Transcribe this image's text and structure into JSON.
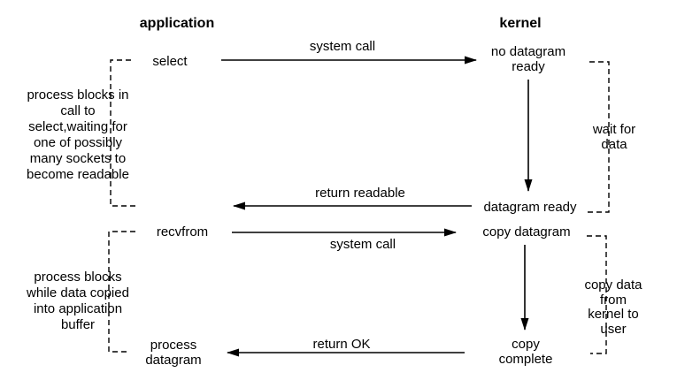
{
  "colors": {
    "background": "#ffffff",
    "ink": "#000000"
  },
  "headers": {
    "application": "application",
    "kernel": "kernel"
  },
  "app_nodes": {
    "select": "select",
    "recvfrom": "recvfrom",
    "process_datagram": "process\ndatagram"
  },
  "kernel_nodes": {
    "no_datagram_ready": "no datagram\nready",
    "datagram_ready": "datagram ready",
    "copy_datagram": "copy datagram",
    "copy_complete": "copy\ncomplete"
  },
  "arrow_labels": {
    "system_call_1": "system call",
    "return_readable": "return readable",
    "system_call_2": "system call",
    "return_ok": "return OK"
  },
  "annotations": {
    "select_blocking": "process blocks in\ncall to\nselect,waiting for\none of possibly\nmany sockets to\nbecome readable",
    "recvfrom_blocking": "process blocks\nwhile data copied\ninto application\nbuffer",
    "wait_for_data": "wait for\ndata",
    "copy_data": "copy data from\nkernel to user"
  }
}
